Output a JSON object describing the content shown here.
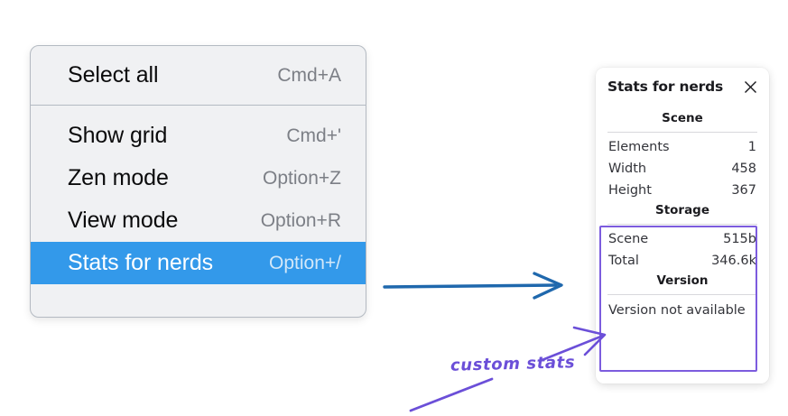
{
  "context_menu": {
    "groups": [
      {
        "items": [
          {
            "label": "Select all",
            "shortcut": "Cmd+A",
            "selected": false
          }
        ]
      },
      {
        "items": [
          {
            "label": "Show grid",
            "shortcut": "Cmd+'",
            "selected": false
          },
          {
            "label": "Zen mode",
            "shortcut": "Option+Z",
            "selected": false
          },
          {
            "label": "View mode",
            "shortcut": "Option+R",
            "selected": false
          },
          {
            "label": "Stats for nerds",
            "shortcut": "Option+/",
            "selected": true
          }
        ]
      }
    ],
    "selected_bg": "#3399ea"
  },
  "stats_panel": {
    "title": "Stats for nerds",
    "close_icon": "close-icon",
    "sections": [
      {
        "heading": "Scene",
        "rows": [
          {
            "label": "Elements",
            "value": "1"
          },
          {
            "label": "Width",
            "value": "458"
          },
          {
            "label": "Height",
            "value": "367"
          }
        ]
      },
      {
        "heading": "Storage",
        "rows": [
          {
            "label": "Scene",
            "value": "515b"
          },
          {
            "label": "Total",
            "value": "346.6k"
          }
        ]
      },
      {
        "heading": "Version",
        "note": "Version not available",
        "rows": []
      }
    ]
  },
  "annotations": {
    "label": "custom stats",
    "label_color": "#6b4fd8",
    "highlight_color": "#7c5cde",
    "flow_arrow_color": "#1f68ad"
  }
}
